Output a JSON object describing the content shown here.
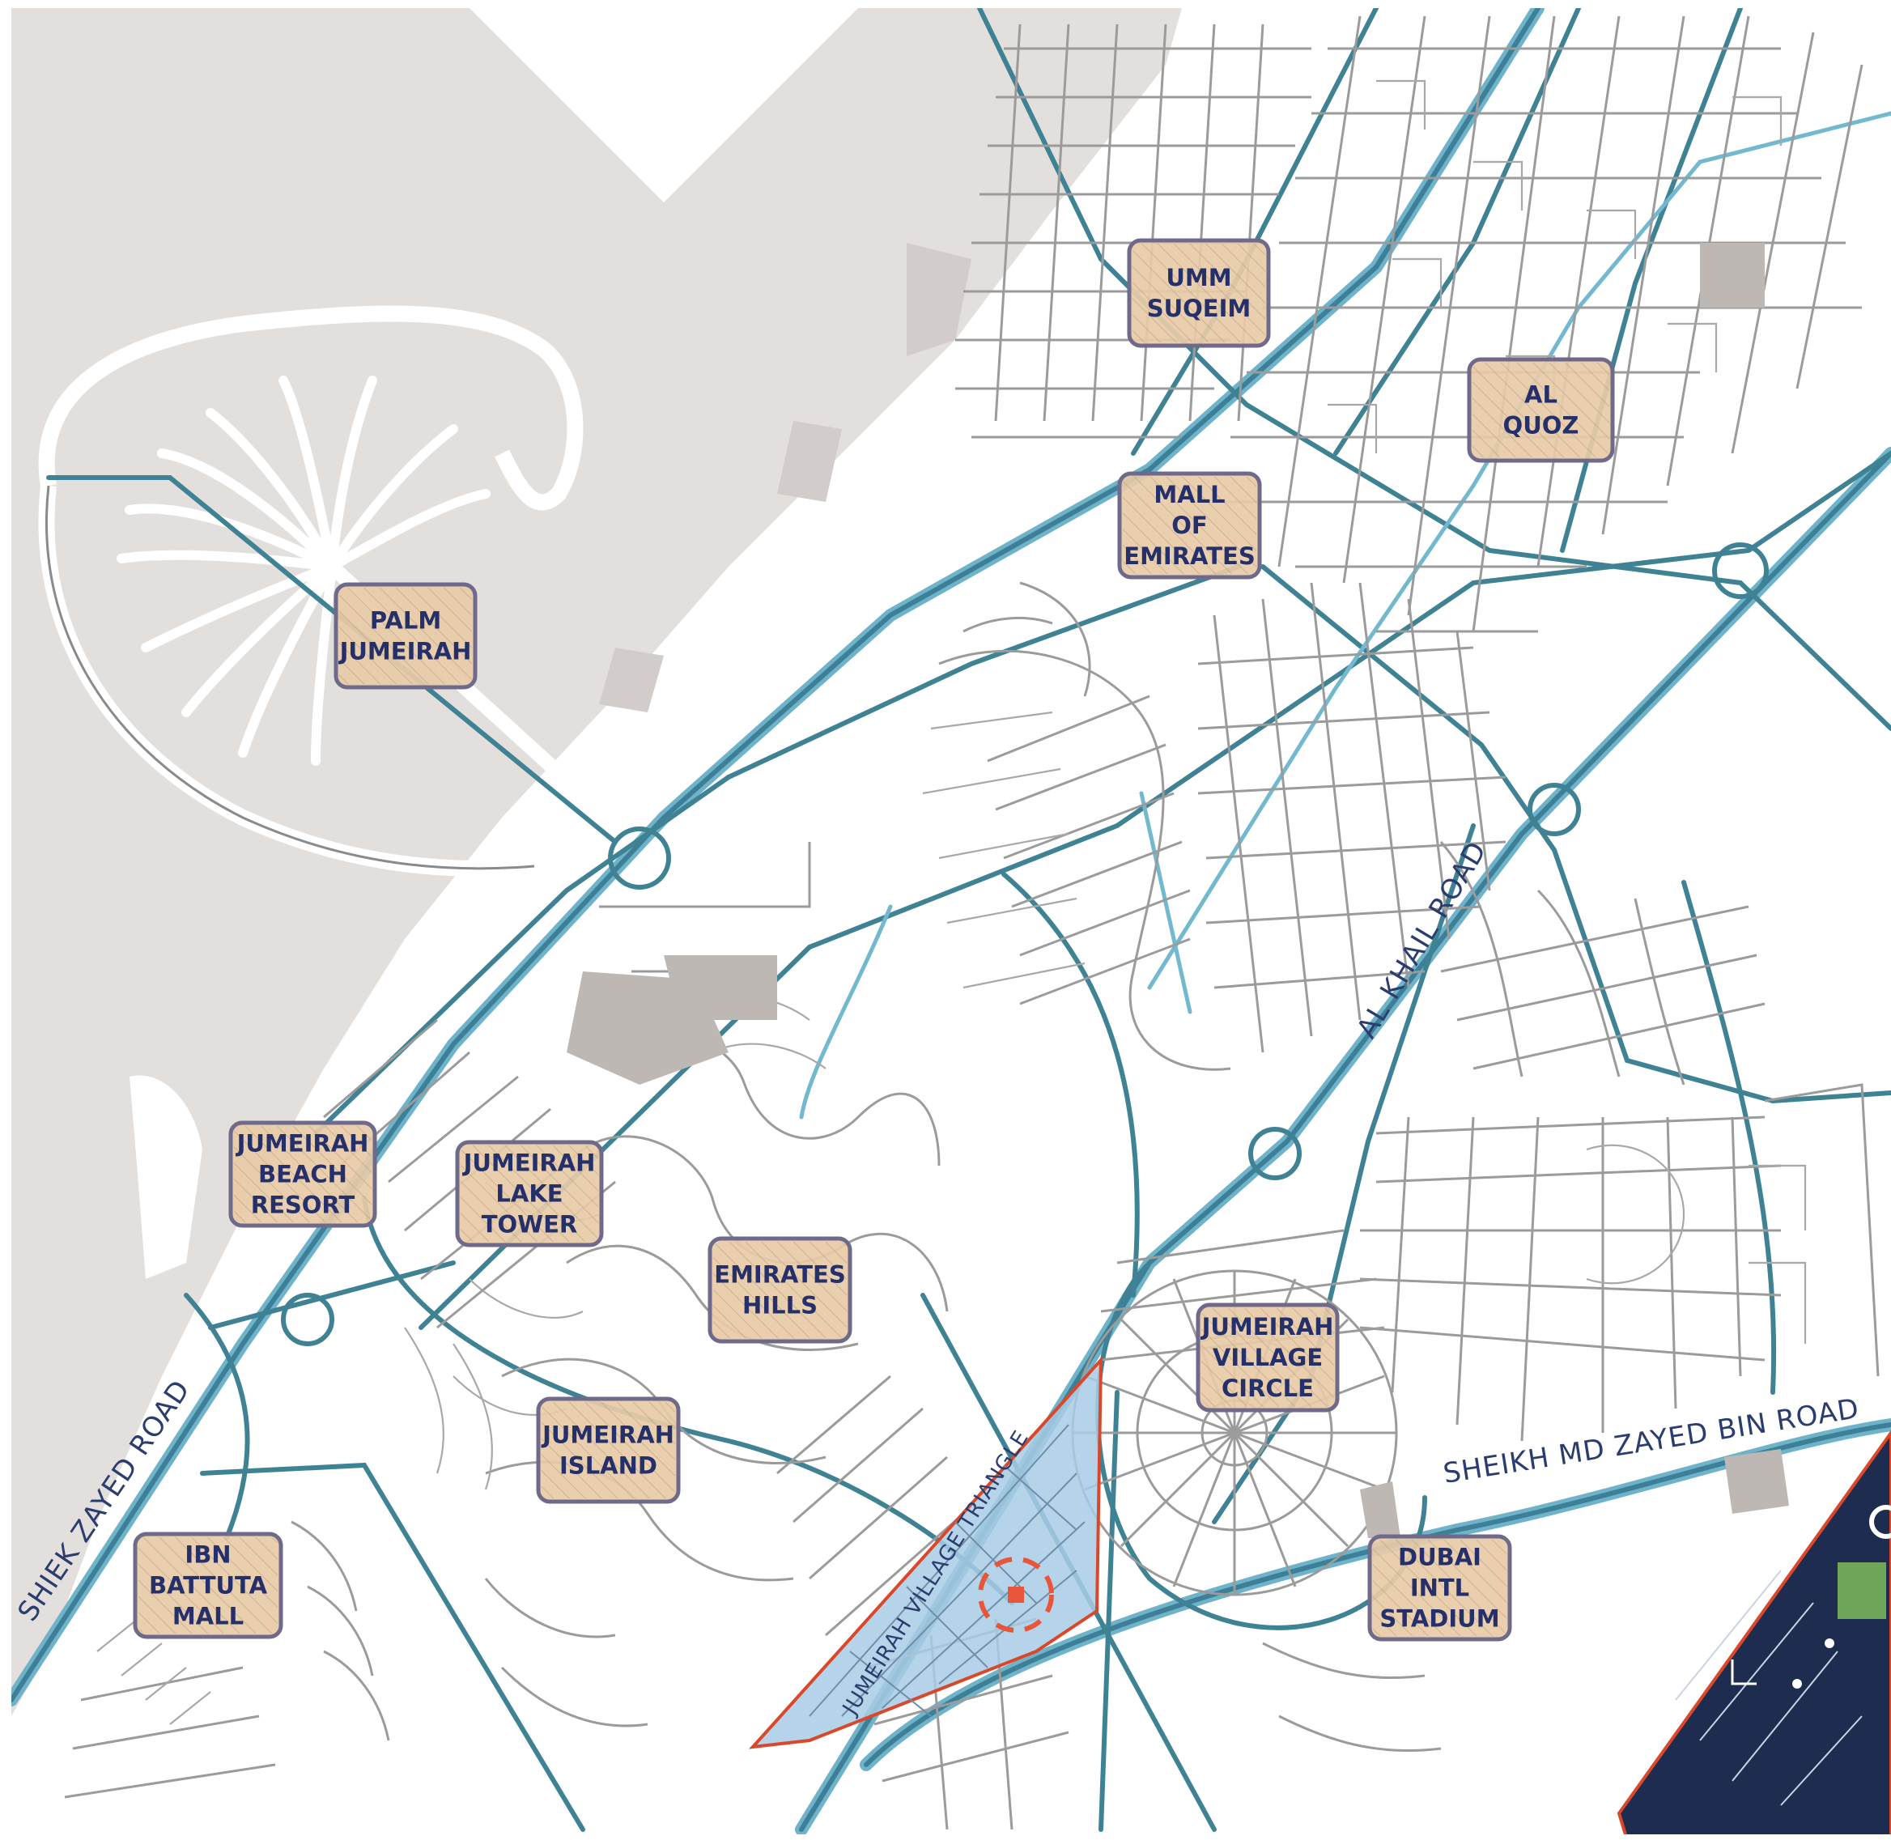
{
  "areas": [
    {
      "id": "umm-suqeim",
      "lines": [
        "UMM",
        "SUQEIM"
      ]
    },
    {
      "id": "al-quoz",
      "lines": [
        "AL",
        "QUOZ"
      ]
    },
    {
      "id": "mall-of-emirates",
      "lines": [
        "MALL",
        "OF",
        "EMIRATES"
      ]
    },
    {
      "id": "palm-jumeirah",
      "lines": [
        "PALM",
        "JUMEIRAH"
      ]
    },
    {
      "id": "jumeirah-beach-resort",
      "lines": [
        "JUMEIRAH",
        "BEACH",
        "RESORT"
      ]
    },
    {
      "id": "jumeirah-lake-tower",
      "lines": [
        "JUMEIRAH",
        "LAKE",
        "TOWER"
      ]
    },
    {
      "id": "emirates-hills",
      "lines": [
        "EMIRATES",
        "HILLS"
      ]
    },
    {
      "id": "jumeirah-village-circle",
      "lines": [
        "JUMEIRAH",
        "VILLAGE",
        "CIRCLE"
      ]
    },
    {
      "id": "jumeirah-island",
      "lines": [
        "JUMEIRAH",
        "ISLAND"
      ]
    },
    {
      "id": "dubai-intl-stadium",
      "lines": [
        "DUBAI",
        "INTL",
        "STADIUM"
      ]
    },
    {
      "id": "ibn-battuta-mall",
      "lines": [
        "IBN",
        "BATTUTA",
        "MALL"
      ]
    }
  ],
  "roads": {
    "al_khail": "AL KHAIL ROAD",
    "shiek_zayed": "SHIEK ZAYED ROAD",
    "sheikh_md_zayed": "SHEIKH MD ZAYED BIN ROAD"
  },
  "district": "JUMEIRAH VILLAGE TRIANGLE",
  "colors": {
    "sea": "#e3dfdc",
    "land": "#ffffff",
    "label_fill": "#e8cba8",
    "label_border": "#6f6a8a",
    "label_text": "#25306a",
    "major_road": "#6eb3c9",
    "secondary_road": "#3f8294",
    "street": "#9b9b9b",
    "district_fill": "#a9cde5",
    "target_marker": "#e8553b",
    "site_panel": "#1e2d4f"
  },
  "icons": {
    "target": "target-marker-icon"
  }
}
